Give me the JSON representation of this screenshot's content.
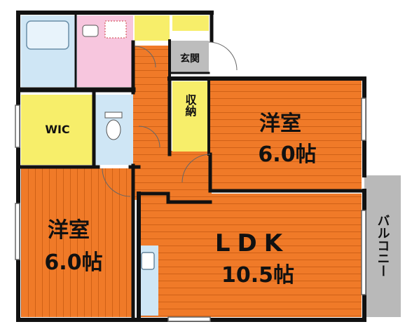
{
  "rooms": {
    "western_room_1": {
      "name": "洋室",
      "size": "6.0帖"
    },
    "western_room_2": {
      "name": "洋室",
      "size": "6.0帖"
    },
    "ldk": {
      "name": "LDK",
      "size": "10.5帖"
    },
    "wic": {
      "name": "WIC"
    },
    "closet": {
      "name": "収納"
    },
    "entrance": {
      "name": "玄関"
    },
    "balcony": {
      "name": "バルコニー"
    }
  },
  "colors": {
    "room_orange": "#f07a28",
    "wet_blue": "#cfe6f5",
    "storage_yellow": "#f7ee6a",
    "washroom_pink": "#f7c6de",
    "balcony_gray": "#b9b9b9",
    "entrance_gray": "#bdbdbd",
    "wall": "#111111"
  }
}
